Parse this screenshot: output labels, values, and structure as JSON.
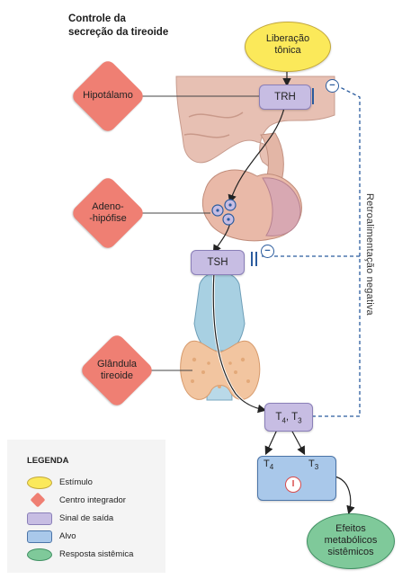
{
  "title": [
    "Controle da",
    "secreção da tireoide"
  ],
  "stimulus": [
    "Liberação",
    "tônica"
  ],
  "integrators": {
    "hypothalamus": [
      "Hipotálamo"
    ],
    "adenohypophysis": [
      "Adeno-",
      "-hipófise"
    ],
    "thyroid": [
      "Glândula",
      "tireoide"
    ]
  },
  "signals": {
    "trh": "TRH",
    "tsh": "TSH",
    "t4t3": "T",
    "t4_sub": "4",
    "t3_sub": "3",
    "comma": ", "
  },
  "target": {
    "t4": "T",
    "t4_sub": "4",
    "t3": "T",
    "t3_sub": "3",
    "enzyme": "I"
  },
  "response": [
    "Efeitos",
    "metabólicos",
    "sistêmicos"
  ],
  "feedback_label": "Retroalimentação negativa",
  "inhibit_symbol": "−",
  "legend": {
    "title": "LEGENDA",
    "items": [
      {
        "label": "Estímulo",
        "color": "#fbe95a"
      },
      {
        "label": "Centro integrador",
        "color": "#ef7f73"
      },
      {
        "label": "Sinal de saída",
        "color": "#c7bde3"
      },
      {
        "label": "Alvo",
        "color": "#a9c8ea"
      },
      {
        "label": "Resposta sistêmica",
        "color": "#7fc99a"
      }
    ]
  }
}
